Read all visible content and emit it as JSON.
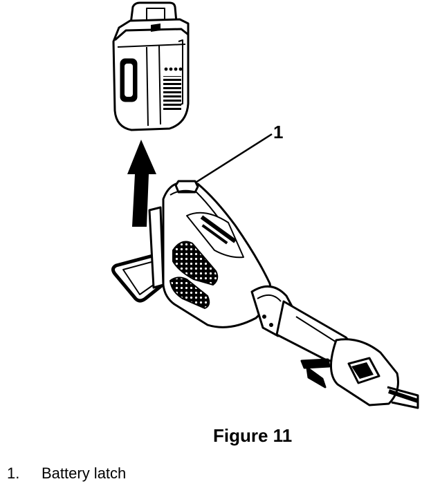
{
  "figure": {
    "callout": "1",
    "caption": "Figure 11",
    "icons": [
      "battery-pack-icon",
      "lift-arrow-icon",
      "trimmer-handle-icon"
    ]
  },
  "legend": {
    "items": [
      {
        "number": "1.",
        "label": "Battery latch"
      }
    ]
  },
  "colors": {
    "ink": "#000000",
    "paper": "#ffffff"
  }
}
